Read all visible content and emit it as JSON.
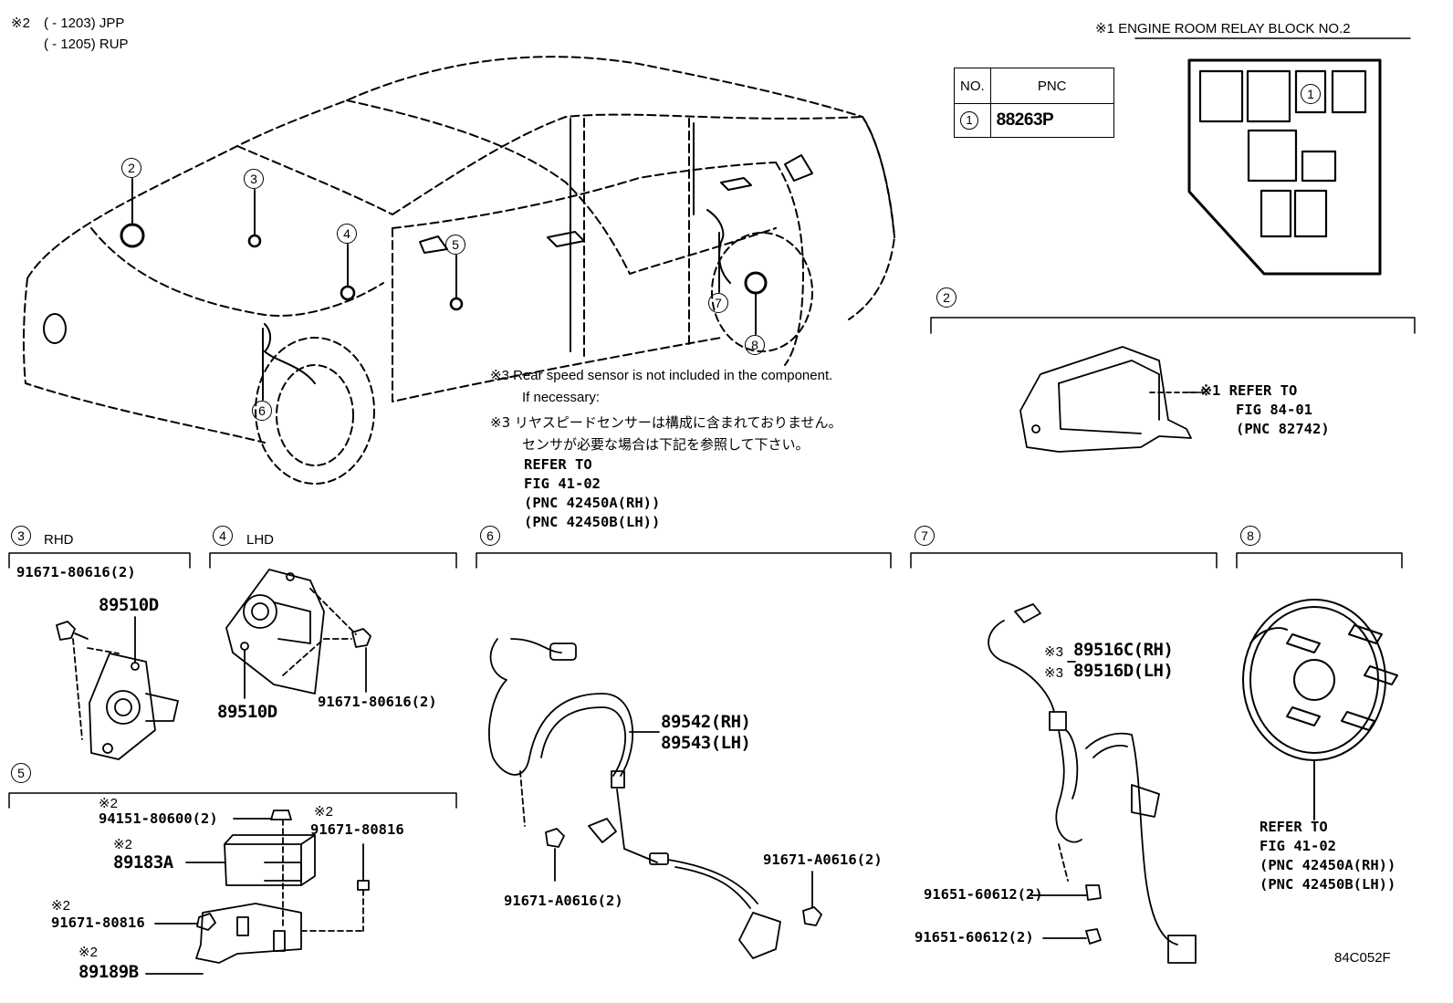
{
  "header": {
    "note_symbol": "※2",
    "line1": "(      - 1203) JPP",
    "line2": "(      - 1205) RUP",
    "relay_block_title": "※1  ENGINE ROOM RELAY BLOCK NO.2"
  },
  "pnc_table": {
    "col_no": "NO.",
    "col_pnc": "PNC",
    "rows": [
      {
        "no": "1",
        "pnc": "88263P"
      }
    ]
  },
  "relay_block": {
    "marker": "1"
  },
  "car_callouts": [
    "2",
    "3",
    "4",
    "5",
    "6",
    "7",
    "8"
  ],
  "notes": {
    "note3_en_1": "※3 Rear speed sensor is not included in the component.",
    "note3_en_2": "If necessary:",
    "note3_jp_1": "※3 リヤスピードセンサーは構成に含まれておりません。",
    "note3_jp_2": "センサが必要な場合は下記を参照して下さい。",
    "ref_1": "REFER TO",
    "ref_2": "FIG 41-02",
    "ref_3": "(PNC 42450A(RH))",
    "ref_4": "(PNC 42450B(LH))"
  },
  "section2": {
    "num": "2",
    "ref_1": "※1 REFER TO",
    "ref_2": "FIG 84-01",
    "ref_3": "(PNC 82742)"
  },
  "section3": {
    "num": "3",
    "tag": "RHD",
    "bolt": "91671-80616(2)",
    "part": "89510D"
  },
  "section4": {
    "num": "4",
    "tag": "LHD",
    "bolt": "91671-80616(2)",
    "part": "89510D"
  },
  "section5": {
    "num": "5",
    "mark_a": "※2",
    "nut": "94151-80600(2)",
    "mark_b": "※2",
    "part_a": "89183A",
    "mark_c": "※2",
    "bolt_r": "91671-80816",
    "mark_d": "※2",
    "bolt_l": "91671-80816",
    "mark_e": "※2",
    "part_b": "89189B"
  },
  "section6": {
    "num": "6",
    "part_rh": "89542(RH)",
    "part_lh": "89543(LH)",
    "bolt_a": "91671-A0616(2)",
    "bolt_b": "91671-A0616(2)"
  },
  "section7": {
    "num": "7",
    "mark": "※3",
    "part_rh": "89516C(RH)",
    "part_lh": "89516D(LH)",
    "bolt_a": "91651-60612(2)",
    "bolt_b": "91651-60612(2)"
  },
  "section8": {
    "num": "8",
    "ref_1": "REFER TO",
    "ref_2": "FIG 41-02",
    "ref_3": "(PNC 42450A(RH))",
    "ref_4": "(PNC 42450B(LH))"
  },
  "figure_code": "84C052F"
}
